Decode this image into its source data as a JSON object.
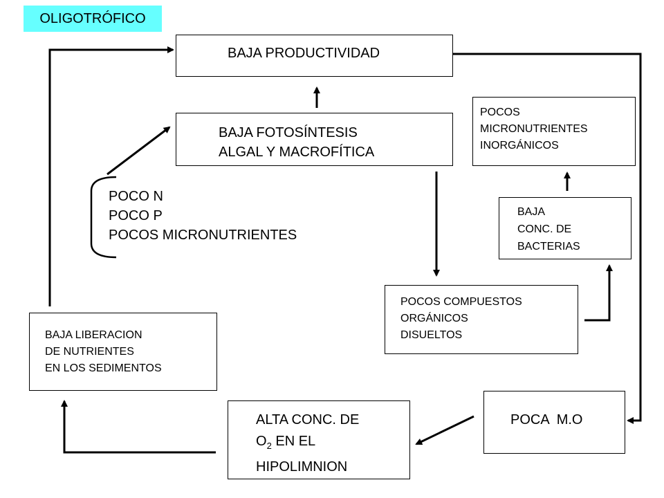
{
  "title": "OLIGOTRÓFICO",
  "nodes": {
    "baja_productividad": {
      "lines": [
        "BAJA PRODUCTIVIDAD"
      ]
    },
    "baja_fotosintesis": {
      "lines": [
        "BAJA FOTOSÍNTESIS",
        "ALGAL Y MACROFÍTICA"
      ]
    },
    "nutrientes": {
      "lines": [
        "POCO N",
        "POCO P",
        "POCOS MICRONUTRIENTES"
      ]
    },
    "pocos_micronutrientes_inorg": {
      "lines": [
        "POCOS",
        "MICRONUTRIENTES",
        "INORGÁNICOS"
      ]
    },
    "baja_conc_bacterias": {
      "lines": [
        "BAJA",
        "CONC. DE",
        "BACTERIAS"
      ]
    },
    "pocos_compuestos": {
      "lines": [
        "POCOS COMPUESTOS",
        "ORGÁNICOS",
        "DISUELTOS"
      ]
    },
    "baja_liberacion": {
      "lines": [
        "BAJA LIBERACION",
        "DE NUTRIENTES",
        "EN LOS SEDIMENTOS"
      ]
    },
    "alta_conc_o2": {
      "line1": "ALTA CONC. DE",
      "line2_main": "O",
      "line2_sub": "2",
      "line2_rest": " EN EL",
      "line3": "HIPOLIMNION"
    },
    "poca_mo": {
      "lines": [
        "POCA  M.O"
      ]
    }
  }
}
